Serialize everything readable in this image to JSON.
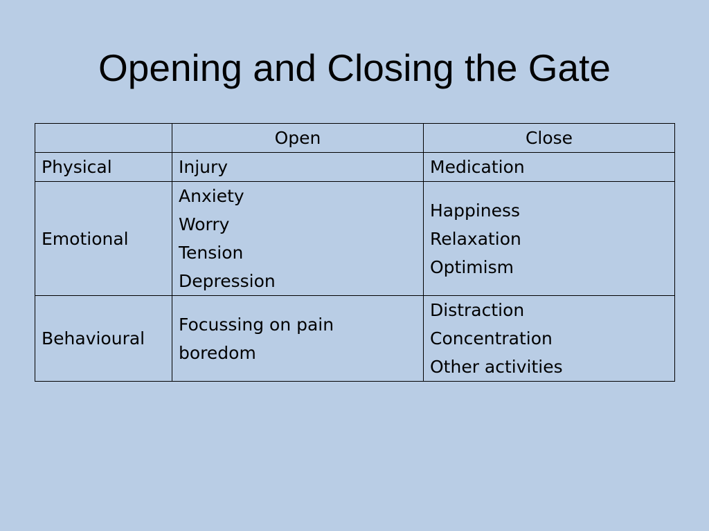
{
  "slide": {
    "title": "Opening and Closing the Gate"
  },
  "table": {
    "header": {
      "label": "",
      "open": "Open",
      "close": "Close"
    },
    "rows": [
      {
        "label": "Physical",
        "open": [
          "Injury"
        ],
        "close": [
          "Medication"
        ]
      },
      {
        "label": "Emotional",
        "open": [
          "Anxiety",
          "Worry",
          "Tension",
          "Depression"
        ],
        "close": [
          "Happiness",
          "Relaxation",
          "Optimism"
        ]
      },
      {
        "label": "Behavioural",
        "open": [
          "Focussing on pain",
          "boredom"
        ],
        "close": [
          "Distraction",
          "Concentration",
          "Other activities"
        ]
      }
    ]
  },
  "colors": {
    "background": "#b9cde5",
    "text": "#000000",
    "border": "#000000"
  }
}
